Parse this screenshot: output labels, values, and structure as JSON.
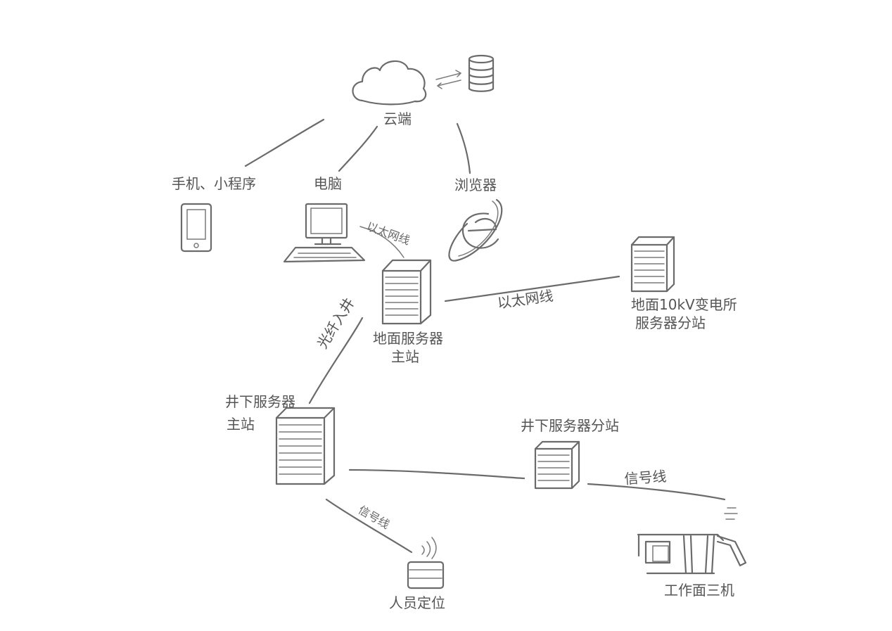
{
  "nodes": {
    "cloud": "云端",
    "phone": "手机、小程序",
    "computer": "电脑",
    "browser": "浏览器",
    "ground_server_main_line1": "地面服务器",
    "ground_server_main_line2": "主站",
    "substation_server_line1": "地面10kV变电所",
    "substation_server_line2": "服务器分站",
    "underground_server_main_line1": "井下服务器",
    "underground_server_main_line2": "主站",
    "underground_server_sub": "井下服务器分站",
    "personnel_positioning": "人员定位",
    "working_face_machines": "工作面三机"
  },
  "links": {
    "ethernet_1": "以太网线",
    "ethernet_2": "以太网线",
    "fiber_downhole": "光纤入井",
    "signal_1": "信号线",
    "signal_2": "信号线"
  },
  "icons": [
    "cloud-icon",
    "database-icon",
    "phone-icon",
    "computer-icon",
    "browser-icon",
    "server-icon",
    "positioning-tag-icon",
    "shearer-machine-icon"
  ]
}
